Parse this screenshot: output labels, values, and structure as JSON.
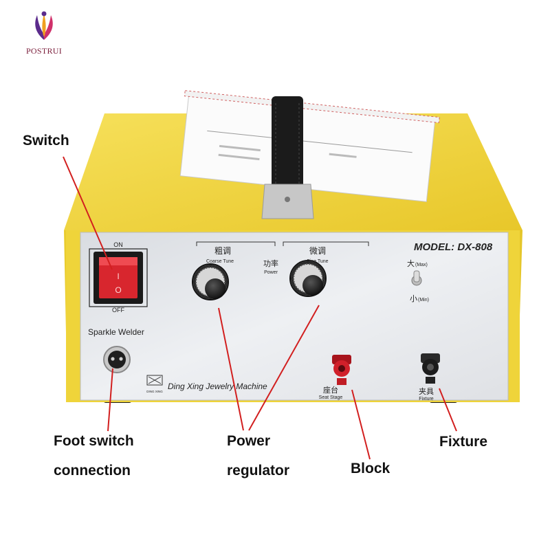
{
  "brand": {
    "name": "POSTRUI",
    "colors": {
      "logo_purple": "#5b2b8c",
      "logo_orange": "#f0a020",
      "logo_pink": "#d0306a",
      "text": "#7a1d3a"
    }
  },
  "machine": {
    "model": "MODEL: DX-808",
    "switch_on": "ON",
    "switch_off": "OFF",
    "switch_mark_on": "I",
    "switch_mark_off": "O",
    "coarse_cn": "粗调",
    "coarse_en": "Coarse Tune",
    "fine_cn": "微调",
    "fine_en": "Fine Tune",
    "power_cn": "功率",
    "power_en": "Power",
    "max_cn": "大",
    "max_en": "(Max)",
    "min_cn": "小",
    "min_en": "(Min)",
    "sparkle": "Sparkle Welder",
    "maker": "Ding Xing Jewelry Machine",
    "maker_small": "DING XING",
    "seat_cn": "座台",
    "seat_en": "Seat Stage",
    "fixture_cn": "夹具",
    "fixture_en": "Fixture",
    "colors": {
      "case_yellow": "#f2d83a",
      "panel": "#e4e6ea",
      "switch_red": "#d8262e",
      "terminal_red": "#d0202a",
      "terminal_black": "#1c1c1c"
    }
  },
  "callouts": {
    "switch": "Switch",
    "foot_1": "Foot switch",
    "foot_2": "connection",
    "power_1": "Power",
    "power_2": "regulator",
    "block": "Block",
    "fixture": "Fixture",
    "line_color": "#d21f1f"
  }
}
